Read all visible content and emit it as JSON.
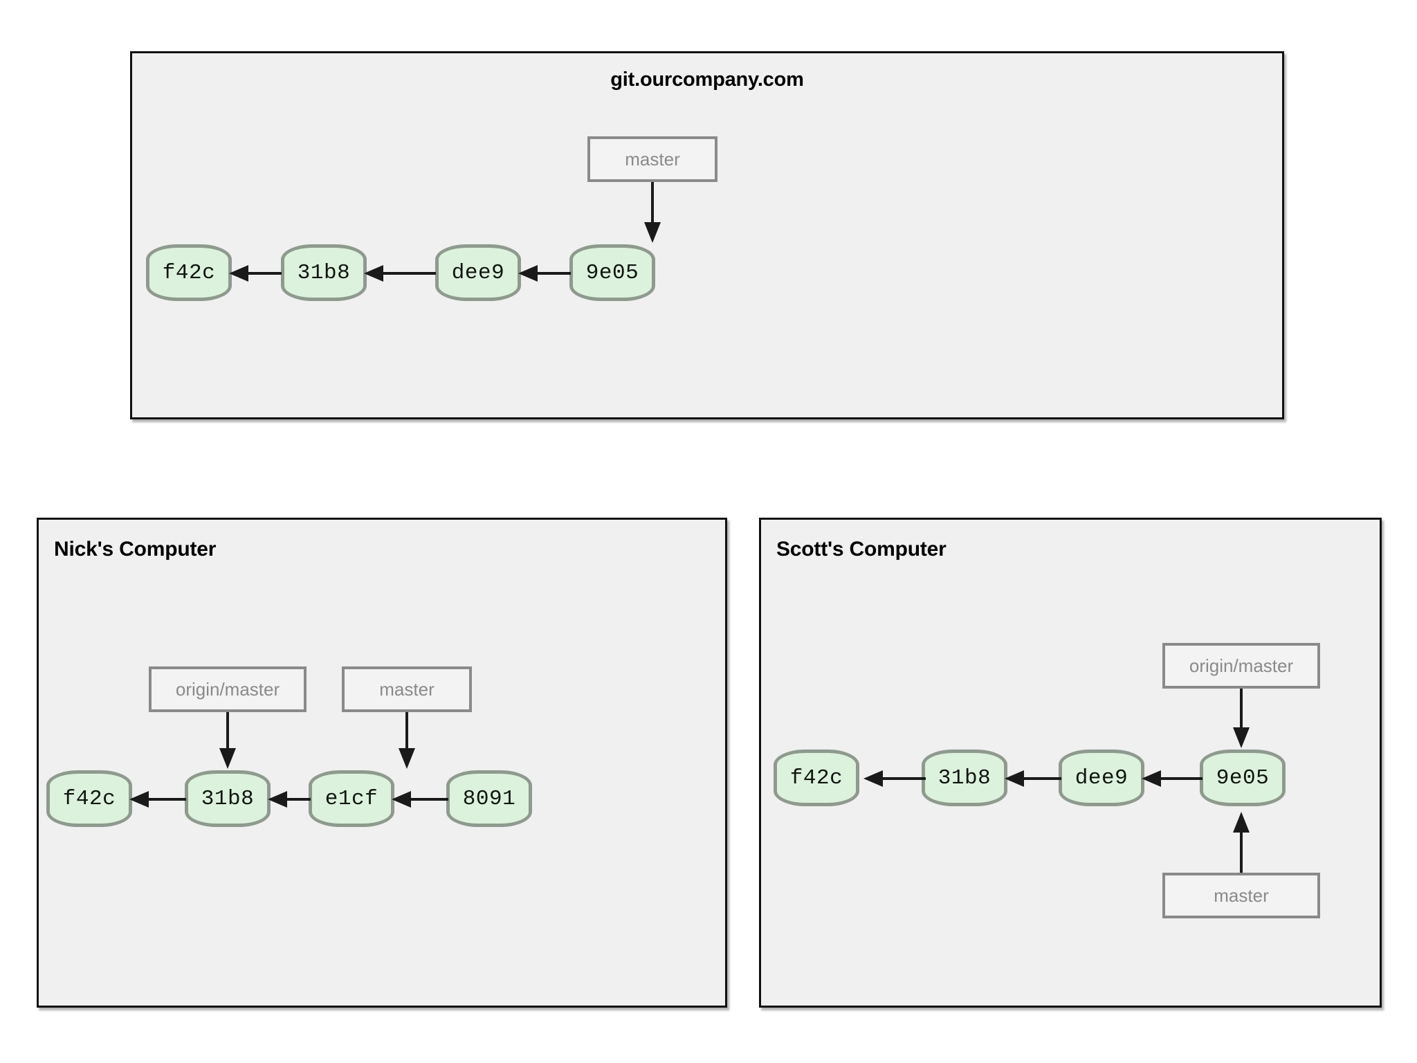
{
  "panels": {
    "server": {
      "title": "git.ourcompany.com",
      "commits": [
        {
          "id": "f42c"
        },
        {
          "id": "31b8"
        },
        {
          "id": "dee9"
        },
        {
          "id": "9e05"
        }
      ],
      "refs": [
        {
          "label": "master",
          "points_to": "9e05",
          "direction": "down"
        }
      ]
    },
    "nick": {
      "title": "Nick's Computer",
      "commits": [
        {
          "id": "f42c"
        },
        {
          "id": "31b8"
        },
        {
          "id": "e1cf"
        },
        {
          "id": "8091"
        }
      ],
      "refs": [
        {
          "label": "origin/master",
          "points_to": "31b8",
          "direction": "down"
        },
        {
          "label": "master",
          "points_to": "8091",
          "direction": "down"
        }
      ]
    },
    "scott": {
      "title": "Scott's Computer",
      "commits": [
        {
          "id": "f42c"
        },
        {
          "id": "31b8"
        },
        {
          "id": "dee9"
        },
        {
          "id": "9e05"
        }
      ],
      "refs": [
        {
          "label": "origin/master",
          "points_to": "9e05",
          "direction": "down"
        },
        {
          "label": "master",
          "points_to": "9e05",
          "direction": "up"
        }
      ]
    }
  },
  "colors": {
    "commit_fill": "#ddf2dd",
    "commit_border": "#8f9a8f",
    "panel_fill": "#f0f0f0",
    "panel_border": "#111111",
    "ref_border": "#8a8a8a",
    "ref_text": "#8a8a8a",
    "arrow": "#1a1a1a",
    "page_background": "#ffffff"
  }
}
